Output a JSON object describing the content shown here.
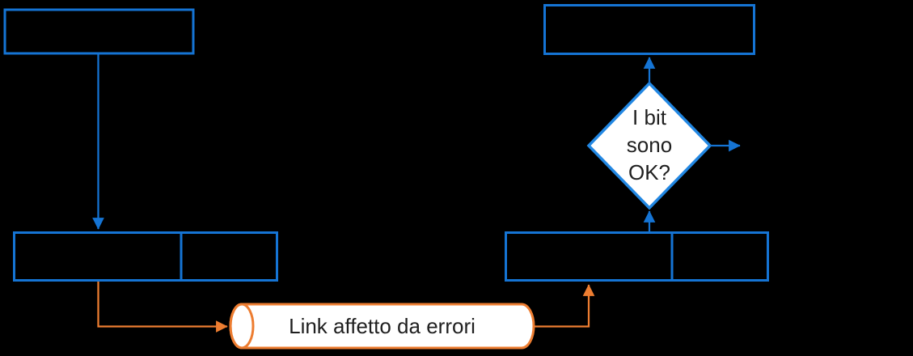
{
  "diagram": {
    "cylinder_label": "Link affetto da errori",
    "decision_lines": [
      "I bit",
      "sono",
      "OK?"
    ]
  },
  "colors": {
    "background": "#000000",
    "box_border_blue": "#1574D4",
    "diamond_border_blue": "#2287E2",
    "connector_blue": "#1574D4",
    "connector_orange": "#ED7D31",
    "node_fill_white": "#FFFFFF",
    "label_text": "#1F1F1F"
  }
}
